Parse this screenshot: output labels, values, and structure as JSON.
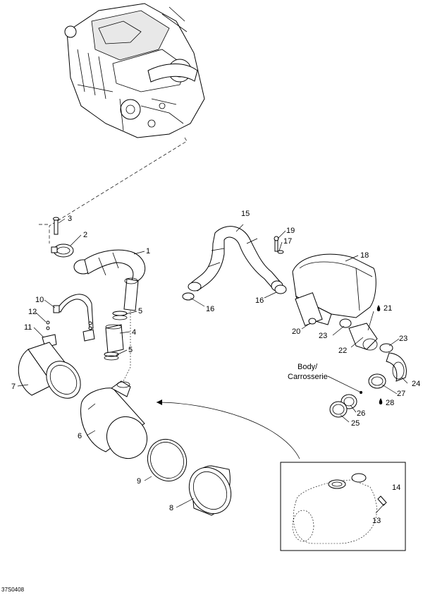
{
  "figure_id": "37S0408",
  "note_label_line1": "Body/",
  "note_label_line2": "Carrosserie",
  "callouts": {
    "p1": "1",
    "p2": "2",
    "p3": "3",
    "p4": "4",
    "p5a": "5",
    "p5b": "5",
    "p6": "6",
    "p7": "7",
    "p8": "8",
    "p9": "9",
    "p10": "10",
    "p11": "11",
    "p12": "12",
    "p13": "13",
    "p14": "14",
    "p15": "15",
    "p16a": "16",
    "p16b": "16",
    "p17": "17",
    "p18": "18",
    "p19": "19",
    "p20": "20",
    "p21": "21",
    "p22": "22",
    "p23a": "23",
    "p23b": "23",
    "p24": "24",
    "p25": "25",
    "p26": "26",
    "p27": "27",
    "p28": "28"
  }
}
